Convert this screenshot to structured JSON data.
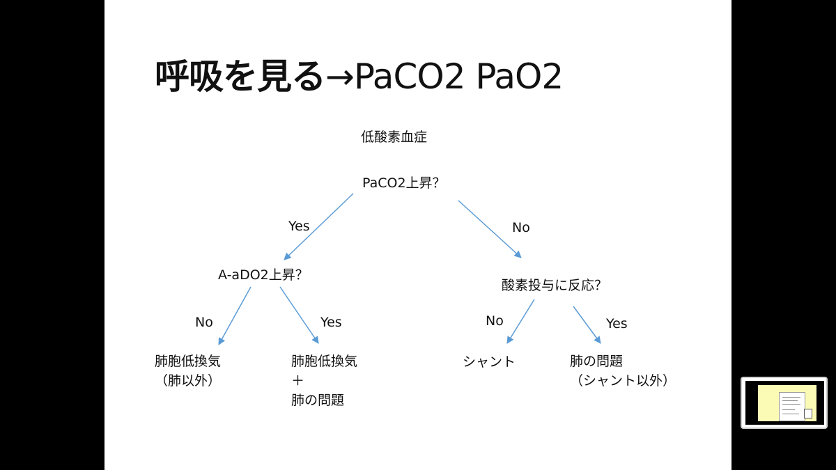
{
  "slide": {
    "title_bold": "呼吸を見る",
    "title_rest": "→PaCO2 PaO2",
    "root": "低酸素血症",
    "question1": "PaCO2上昇？",
    "branch_yes_left": "Yes",
    "branch_no_right": "No",
    "question2": "A-aDO2上昇？",
    "question3": "酸素投与に反応？",
    "q2_no": "No",
    "q2_yes": "Yes",
    "q3_no": "No",
    "q3_yes": "Yes",
    "leaf1": "肺胞低換気\n（肺以外）",
    "leaf2": "肺胞低換気\n＋\n肺の問題",
    "leaf3": "シャント",
    "leaf4": "肺の問題\n（シャント以外）"
  },
  "colors": {
    "arrow": "#5b9bd5",
    "background": "#000000",
    "slide": "#ffffff",
    "thumbnail_page": "#fbfbb6"
  }
}
